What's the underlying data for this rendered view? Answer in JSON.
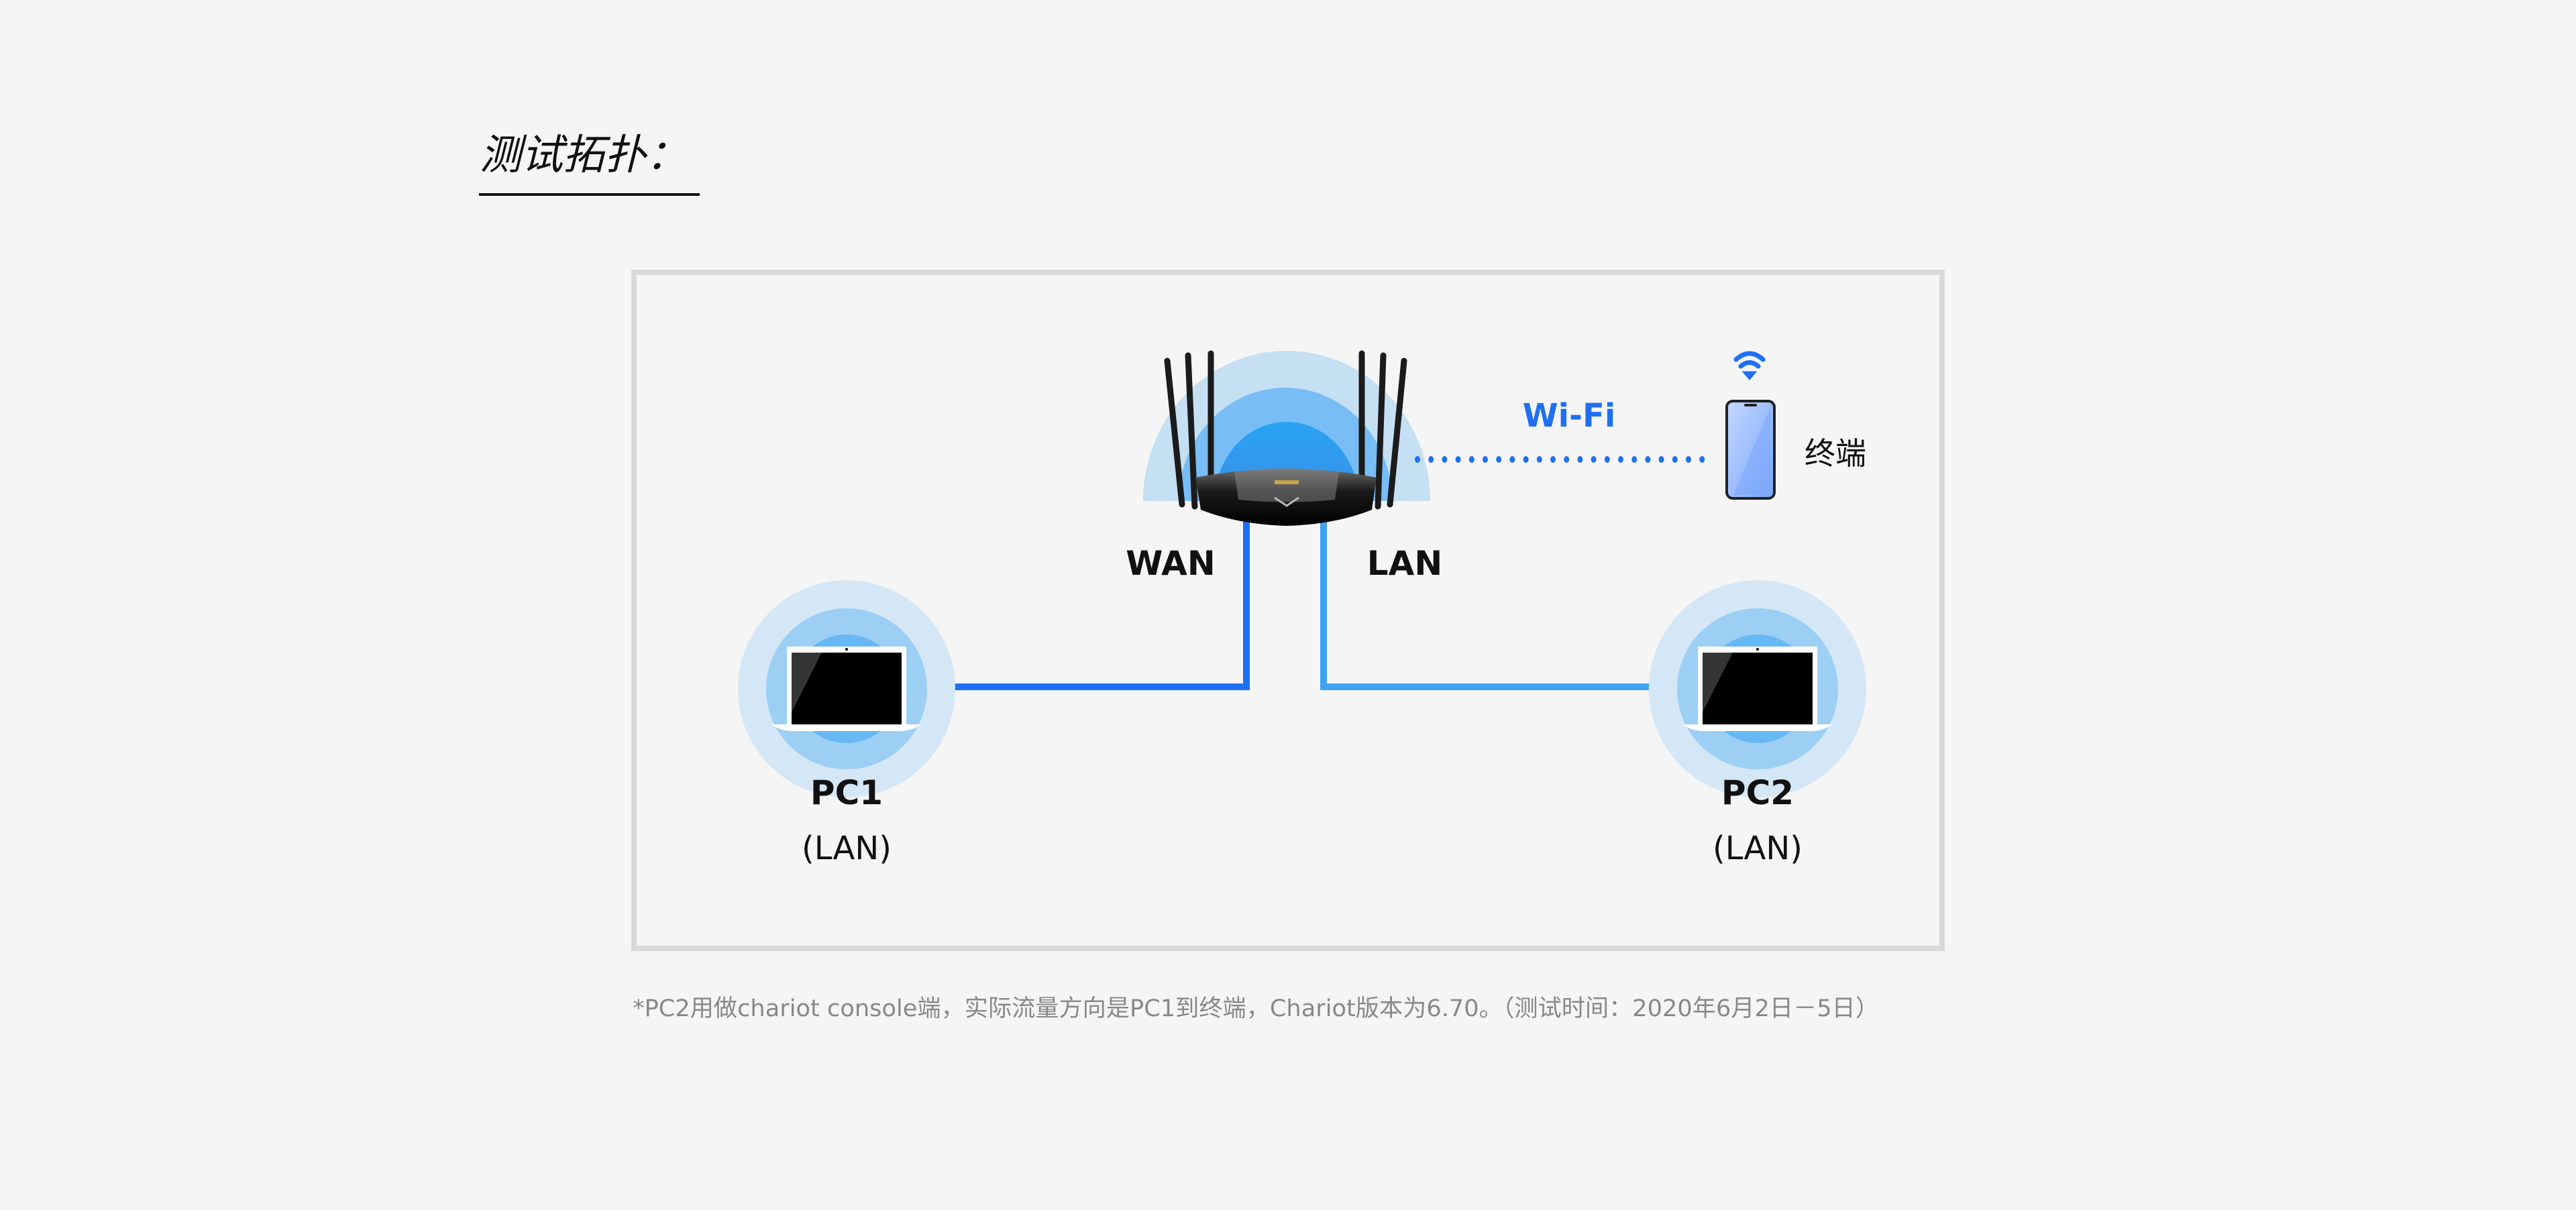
{
  "title": "测试拓扑：",
  "diagram": {
    "router": {
      "wan_label": "WAN",
      "lan_label": "LAN"
    },
    "wifi_label": "Wi-Fi",
    "terminal_label": "终端",
    "pc1": {
      "name": "PC1",
      "port": "(LAN)"
    },
    "pc2": {
      "name": "PC2",
      "port": "(LAN)"
    },
    "colors": {
      "wan_link": "#1f6ff5",
      "lan_link": "#3fa3f5",
      "wifi": "#1f6ff5",
      "frame": "#d9d9d9"
    }
  },
  "footnote": "*PC2用做chariot console端，实际流量方向是PC1到终端，Chariot版本为6.70。（测试时间：2020年6月2日－5日）"
}
